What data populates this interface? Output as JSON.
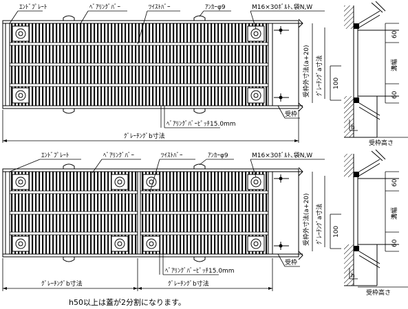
{
  "top": {
    "labels": {
      "end_plate": "ｴﾝﾄﾞﾌﾟﾚｰﾄ",
      "bearing_bar": "ﾍﾞｱﾘﾝｸﾞﾊﾞｰ",
      "twist_bar": "ﾂｲｽﾄﾊﾞｰ",
      "anchor": "ｱﾝｶｰφ9",
      "bolt": "M16×30ﾎﾞﾙﾄ､袋N,W",
      "pitch": "ﾍﾞｱﾘﾝｸﾞﾊﾞｰﾋﾟｯﾁ15.0mm",
      "frame": "受枠",
      "grating_b": "ｸﾞﾚｰﾁﾝｸﾞb寸法"
    },
    "section": {
      "outer": "受枠外寸法(a+20)",
      "grating_a": "ｸﾞﾚｰﾁﾝｸﾞa寸法",
      "dim_100": "100",
      "dim_60_top": "60",
      "dim_60_bottom": "60",
      "width": "溝幅",
      "h": "h",
      "frame_height": "受枠高さ"
    }
  },
  "bottom": {
    "labels": {
      "end_plate": "ｴﾝﾄﾞﾌﾟﾚｰﾄ",
      "bearing_bar": "ﾍﾞｱﾘﾝｸﾞﾊﾞｰ",
      "twist_bar": "ﾂｲｽﾄﾊﾞｰ",
      "anchor": "ｱﾝｶｰφ9",
      "bolt": "M16×30ﾎﾞﾙﾄ､袋N,W",
      "pitch": "ﾍﾞｱﾘﾝｸﾞﾊﾞｰﾋﾟｯﾁ15.0mm",
      "frame": "受枠",
      "grating_b_left": "ｸﾞﾚｰﾁﾝｸﾞb寸法",
      "grating_b_right": "ｸﾞﾚｰﾁﾝｸﾞb寸法"
    },
    "section": {
      "outer": "受枠外寸法(a+20)",
      "grating_a": "ｸﾞﾚｰﾁﾝｸﾞa寸法",
      "dim_100": "100",
      "dim_60_top": "60",
      "dim_60_bottom": "60",
      "width": "溝幅",
      "h": "h",
      "frame_height": "受枠高さ"
    }
  },
  "caption": "h50以上は蓋が2分割になります。"
}
